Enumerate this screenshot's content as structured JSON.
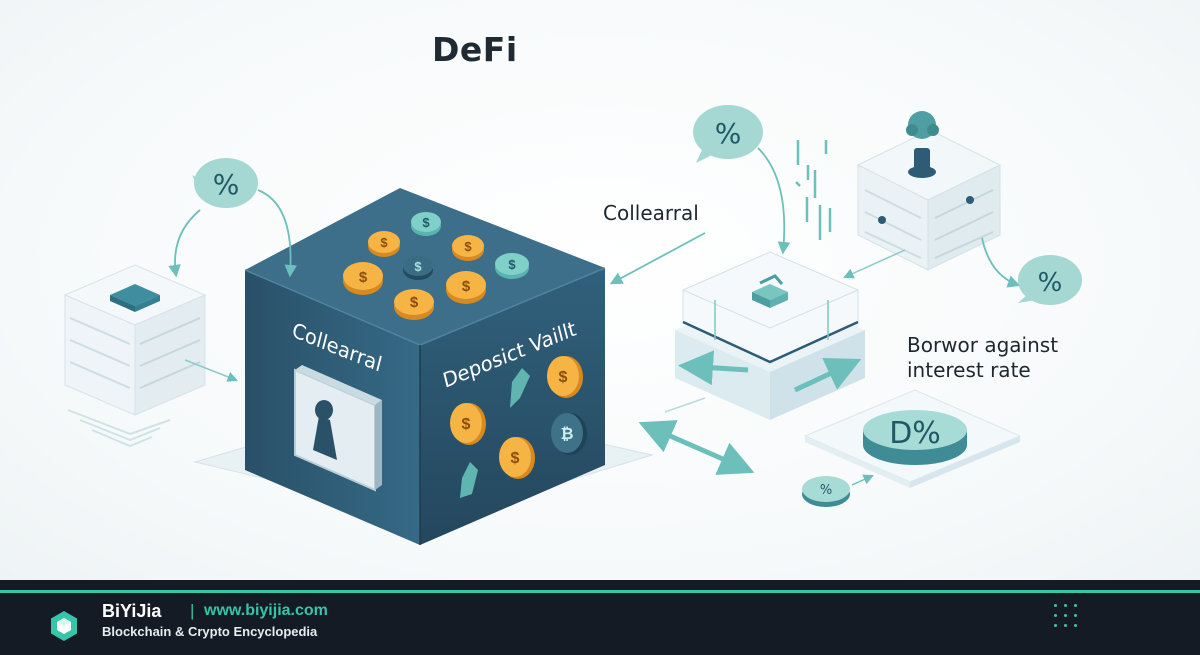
{
  "title": "DeFi",
  "labels": {
    "collateral_arrow": "Collearral",
    "borrow_line1": "Borwor against",
    "borrow_line2": "interest rate"
  },
  "vault": {
    "side_label": "Collearral",
    "front_label": "Deposict Vaillt"
  },
  "badges": {
    "percent": "%",
    "pool_label": "D%",
    "small_token": "%"
  },
  "coin_symbols": {
    "dollar": "$",
    "bitcoin": "₿"
  },
  "colors": {
    "teal": "#6cbfbb",
    "vault_blue": "#2e5872",
    "coin_gold": "#f2a93b",
    "footer_bg": "#141b24",
    "footer_accent": "#37c5a9"
  },
  "footer": {
    "brand": "BiYiJia",
    "separator": "|",
    "url": "www.biyijia.com",
    "tagline": "Blockchain & Crypto Encyclopedia"
  }
}
